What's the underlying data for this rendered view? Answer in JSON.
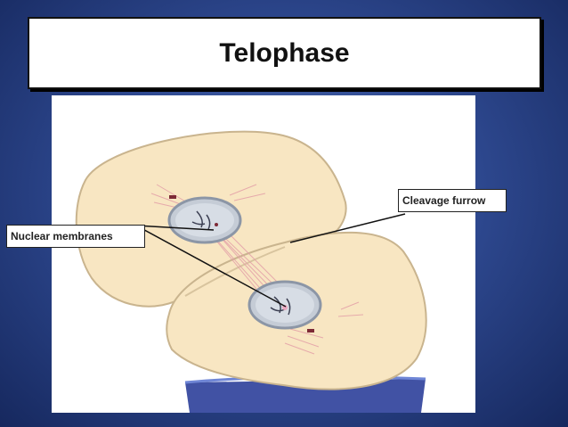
{
  "slide": {
    "title": "Telophase"
  },
  "labels": {
    "cleavage_furrow": "Cleavage furrow",
    "nuclear_membranes": "Nuclear membranes"
  },
  "colors": {
    "background": "#2f4a92",
    "cell_fill": "#f8e6c2",
    "cell_outline": "#c9b48e",
    "nucleus_fill": "#c5ccd6",
    "nucleus_rim": "#8c96a6",
    "spindle": "#e3a0a8",
    "chromatin": "#7d2a36",
    "base_shadow": "#2c3f9a"
  }
}
